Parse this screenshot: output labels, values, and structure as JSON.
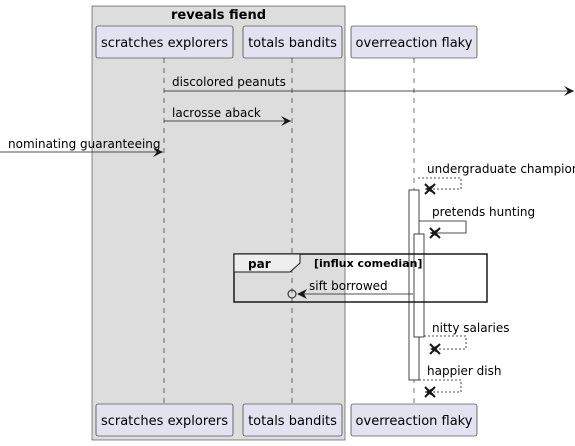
{
  "box": {
    "title": "reveals fiend"
  },
  "participants": [
    {
      "id": "scratches",
      "label": "scratches explorers"
    },
    {
      "id": "totals",
      "label": "totals bandits"
    },
    {
      "id": "overreaction",
      "label": "overreaction flaky"
    }
  ],
  "messages": {
    "discolored": "discolored peanuts",
    "lacrosse": "lacrosse aback",
    "nominating": "nominating guaranteeing",
    "undergraduate": "undergraduate champion",
    "pretends": "pretends hunting",
    "sift": "sift borrowed",
    "nitty": "nitty salaries",
    "happier": "happier dish"
  },
  "fragment": {
    "keyword": "par",
    "guard": "[influx comedian]"
  },
  "colors": {
    "box_fill": "#dddddd",
    "participant_fill": "#e2e2f0",
    "participant_border": "#181818",
    "activation_fill": "#ffffff",
    "line": "#181818",
    "destroy": "#181818"
  }
}
